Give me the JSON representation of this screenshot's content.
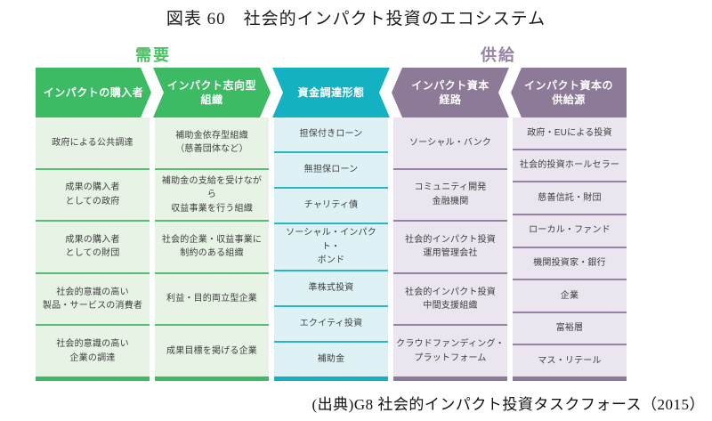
{
  "title": "図表 60　社会的インパクト投資のエコシステム",
  "labels": {
    "demand": "需要",
    "supply": "供給"
  },
  "source": "(出典)G8 社会的インパクト投資タスクフォース（2015）",
  "colors": {
    "green": {
      "main": "#3cba64",
      "light": "#e7f3e5",
      "line": "#55be74"
    },
    "teal": {
      "main": "#14b1c3",
      "light": "#def1f5",
      "line": "#2ab6c7"
    },
    "purple": {
      "main": "#8c7a98",
      "light": "#eae5ee",
      "line": "#94829f"
    },
    "demand_label": "#4ec268",
    "supply_label": "#9584a5"
  },
  "columns": [
    {
      "id": "impact-buyers",
      "theme": "green",
      "direction": "right-start",
      "header": "インパクトの購入者",
      "items": [
        "政府による公共調達",
        "成果の購入者\nとしての政府",
        "成果の購入者\nとしての財団",
        "社会的意識の高い\n製品・サービスの消費者",
        "社会的意識の高い\n企業の調達"
      ]
    },
    {
      "id": "impact-driven-organizations",
      "theme": "green",
      "direction": "right-mid",
      "header": "インパクト志向型\n組織",
      "items": [
        "補助金依存型組織\n（慈善団体など）",
        "補助金の支給を受けながら\n収益事業を行う組織",
        "社会的企業・収益事業に\n制約のある組織",
        "利益・目的両立型企業",
        "成果目標を掲げる企業"
      ]
    },
    {
      "id": "funding-forms",
      "theme": "teal",
      "direction": "converge",
      "header": "資金調達形態",
      "items": [
        "担保付きローン",
        "無担保ローン",
        "チャリティ債",
        "ソーシャル・インパクト・\nボンド",
        "準株式投資",
        "エクイティ投資",
        "補助金"
      ]
    },
    {
      "id": "impact-capital-channels",
      "theme": "purple",
      "direction": "left-mid",
      "header": "インパクト資本\n経路",
      "items": [
        "ソーシャル・バンク",
        "コミュニティ開発\n金融機関",
        "社会的インパクト投資\n運用管理会社",
        "社会的インパクト投資\n中間支援組織",
        "クラウドファンディング・\nプラットフォーム"
      ]
    },
    {
      "id": "impact-capital-sources",
      "theme": "purple",
      "direction": "left-end",
      "header": "インパクト資本の\n供給源",
      "items": [
        "政府・EUによる投資",
        "社会的投資ホールセラー",
        "慈善信託・財団",
        "ローカル・ファンド",
        "機関投資家・銀行",
        "企業",
        "富裕層",
        "マス・リテール"
      ]
    }
  ]
}
